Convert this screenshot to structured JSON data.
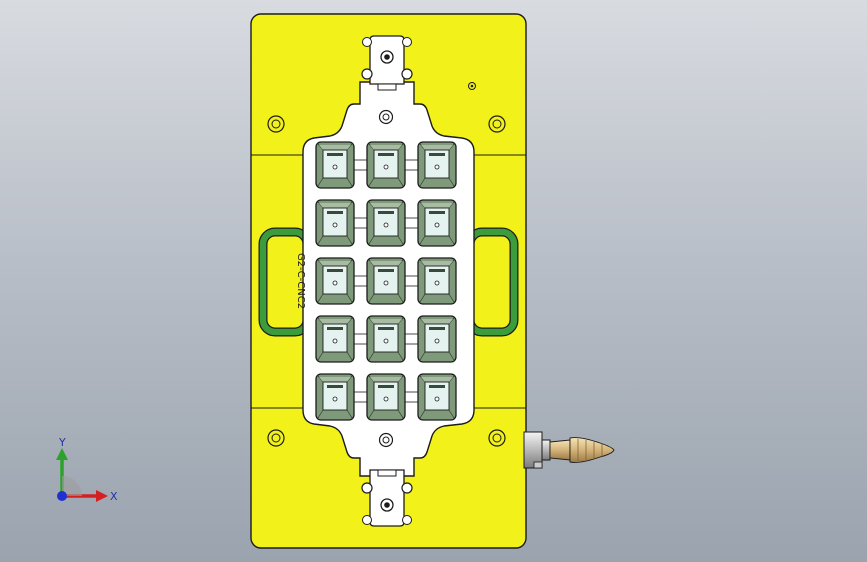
{
  "model": {
    "part_label": "G2-C-CNC2",
    "pocket_rows": 5,
    "pocket_cols": 3,
    "plate_color": "#f2f21a",
    "pocket_color": "#7f9a7a",
    "handle_color": "#3c9c3c"
  },
  "triad": {
    "x_label": "X",
    "y_label": "Y",
    "x_color": "#d42020",
    "y_color": "#2ea02e",
    "z_color": "#2030d0"
  }
}
